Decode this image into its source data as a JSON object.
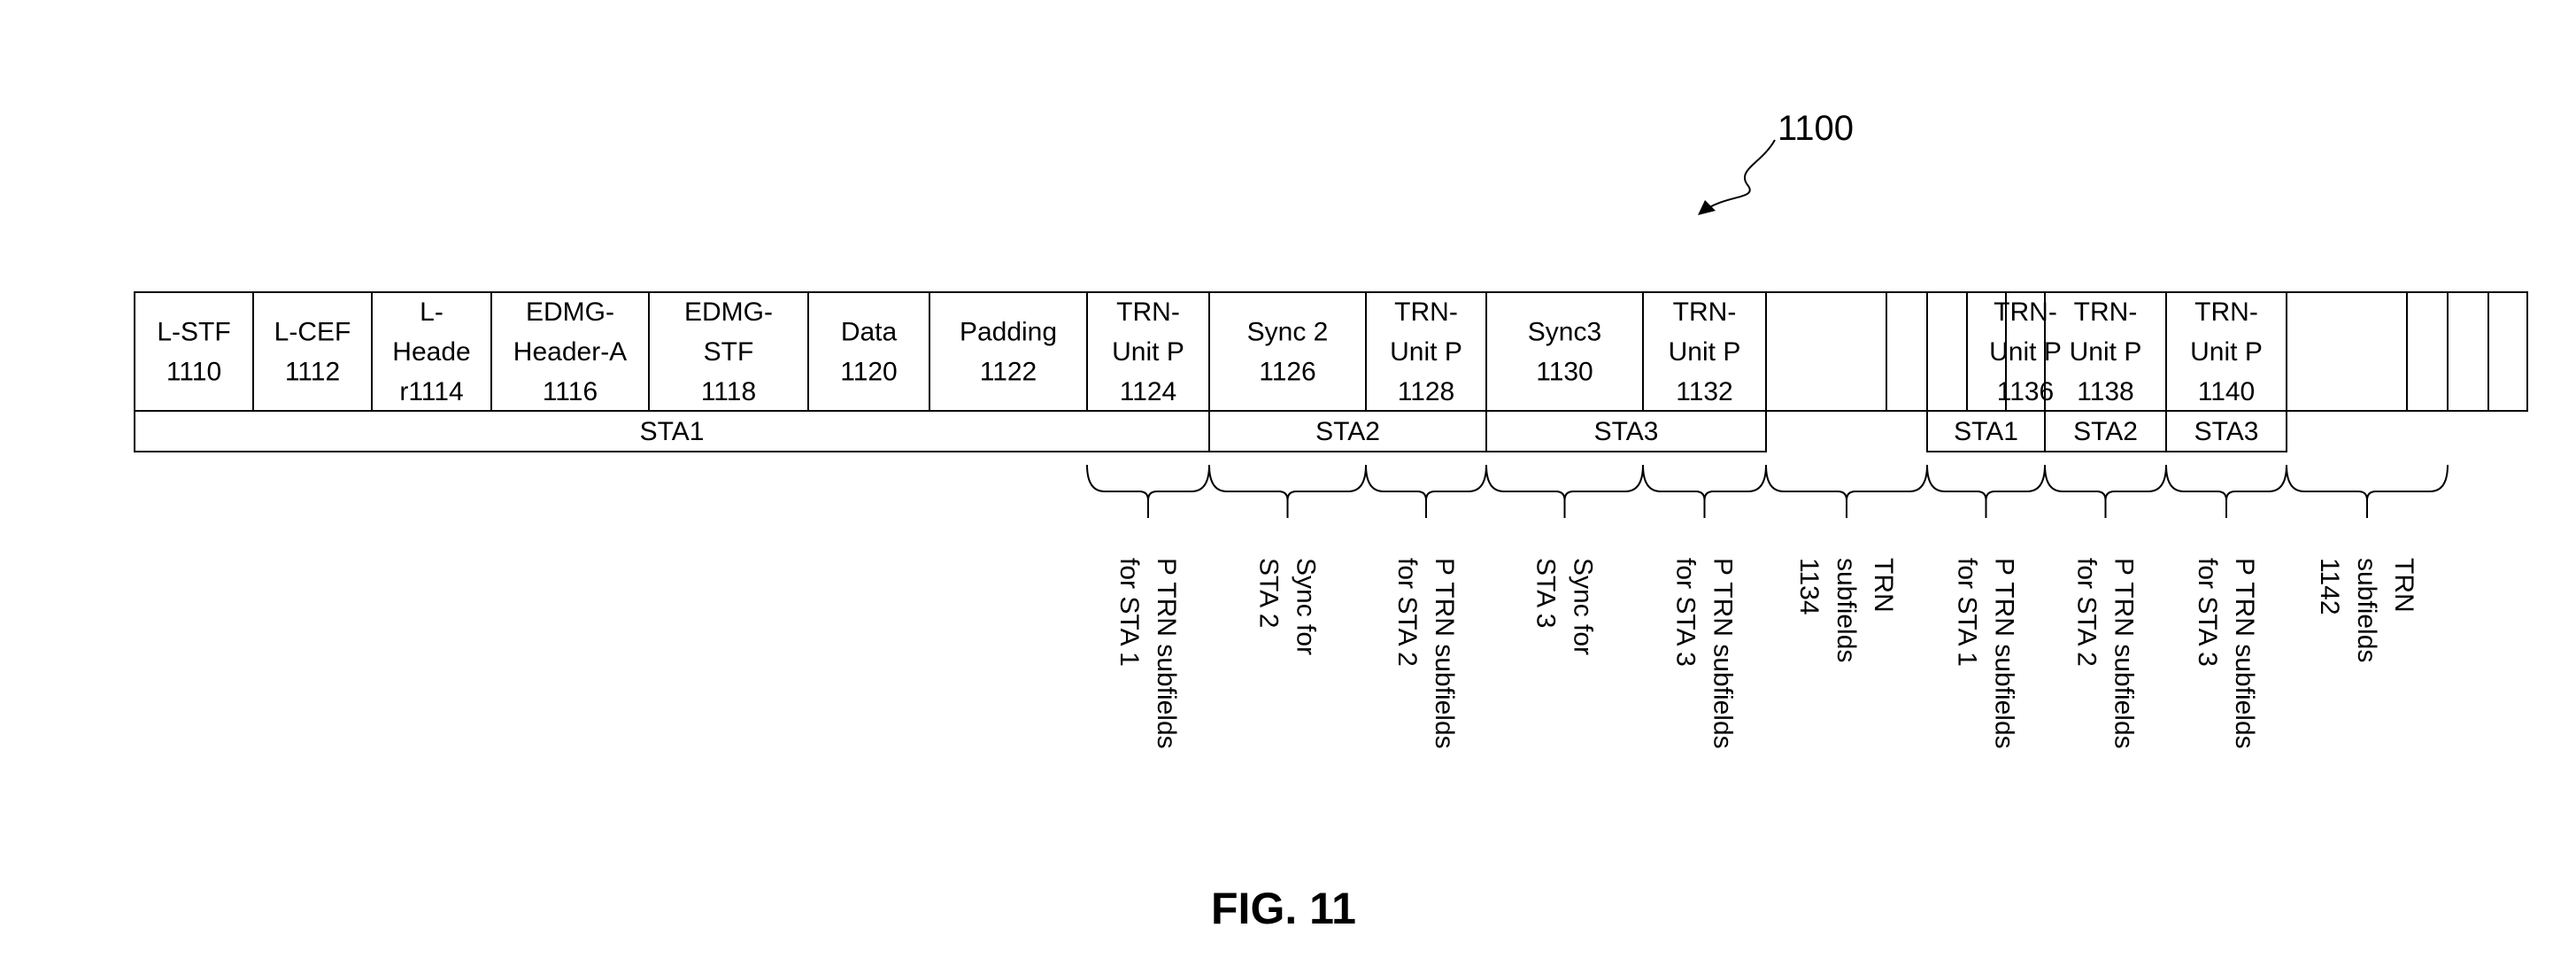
{
  "figure": {
    "reference_number": "1100",
    "caption": "FIG. 11"
  },
  "fields": [
    {
      "lines": [
        "L-STF",
        "1110"
      ]
    },
    {
      "lines": [
        "L-CEF",
        "1112"
      ]
    },
    {
      "lines": [
        "L-",
        "Heade",
        "r1114"
      ]
    },
    {
      "lines": [
        "EDMG-",
        "Header-A",
        "1116"
      ]
    },
    {
      "lines": [
        "EDMG-",
        "STF",
        "1118"
      ]
    },
    {
      "lines": [
        "Data",
        "1120"
      ]
    },
    {
      "lines": [
        "Padding",
        "1122"
      ]
    },
    {
      "lines": [
        "TRN-",
        "Unit P",
        "1124"
      ]
    },
    {
      "lines": [
        "Sync 2",
        "1126"
      ]
    },
    {
      "lines": [
        "TRN-",
        "Unit P",
        "1128"
      ]
    },
    {
      "lines": [
        "Sync3",
        "1130"
      ]
    },
    {
      "lines": [
        "TRN-",
        "Unit P",
        "1132"
      ]
    },
    {
      "lines": []
    },
    {
      "lines": []
    },
    {
      "lines": []
    },
    {
      "lines": []
    },
    {
      "lines": [
        "TRN-",
        "Unit P",
        "1136"
      ]
    },
    {
      "lines": [
        "TRN-",
        "Unit P",
        "1138"
      ]
    },
    {
      "lines": [
        "TRN-",
        "Unit P",
        "1140"
      ]
    },
    {
      "lines": []
    },
    {
      "lines": []
    },
    {
      "lines": []
    },
    {
      "lines": []
    }
  ],
  "station_groups": [
    {
      "label": "STA1"
    },
    {
      "label": "STA2"
    },
    {
      "label": "STA3"
    },
    {
      "label": "STA1"
    },
    {
      "label": "STA2"
    },
    {
      "label": "STA3"
    }
  ],
  "brace_labels": [
    {
      "lines": [
        "P TRN subfields",
        "for STA 1"
      ]
    },
    {
      "lines": [
        "Sync for",
        "STA 2"
      ]
    },
    {
      "lines": [
        "P TRN subfields",
        "for STA 2"
      ]
    },
    {
      "lines": [
        "Sync for",
        "STA 3"
      ]
    },
    {
      "lines": [
        "P TRN subfields",
        "for STA 3"
      ]
    },
    {
      "lines": [
        "TRN",
        "subfields",
        "1134"
      ]
    },
    {
      "lines": [
        "P TRN subfields",
        "for STA 1"
      ]
    },
    {
      "lines": [
        "P TRN subfields",
        "for STA 2"
      ]
    },
    {
      "lines": [
        "P TRN subfields",
        "for STA 3"
      ]
    },
    {
      "lines": [
        "TRN",
        "subfields",
        "1142"
      ]
    }
  ]
}
